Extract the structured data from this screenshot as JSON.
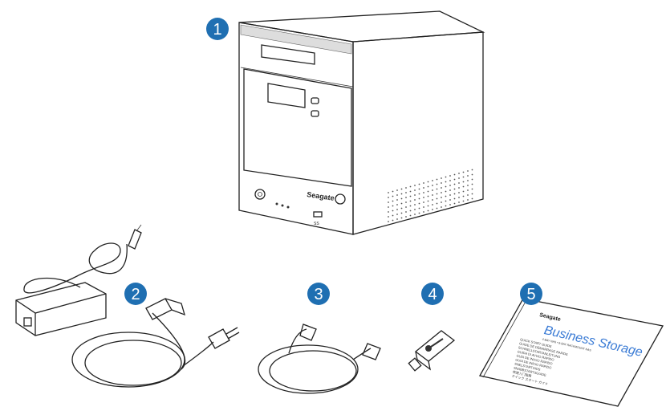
{
  "callouts": [
    "1",
    "2",
    "3",
    "4",
    "5"
  ],
  "nas": {
    "brand": "Seagate",
    "usb_label": "SS"
  },
  "guide": {
    "brand": "Seagate",
    "title": "Business Storage",
    "subtitle": "4-BAY NAS • 8-BAY RACKMOUNT NAS",
    "lines": [
      "QUICK START GUIDE",
      "GUIDE DE DÉMARRAGE RAPIDE",
      "SCHNELLSTARTANLEITUNG",
      "GUIDA DI AVVIO RAPIDO",
      "GUÍA DE INICIO RÁPIDO",
      "GUIA DE INÍCIO RÁPIDO",
      "SNELSTARTGIDS",
      "SNABBSTARTSGUIDE",
      "快速入门指南",
      "クイック スタート ガイド"
    ]
  },
  "colors": {
    "callout": "#1f6fb2",
    "ink": "#222222"
  }
}
